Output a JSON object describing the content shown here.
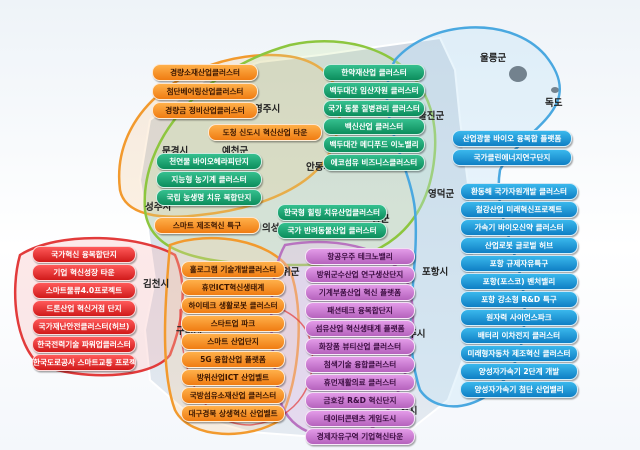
{
  "colors": {
    "orange": "#f08a1c",
    "green": "#14a06a",
    "blue": "#1a95d6",
    "red": "#e02a2a",
    "purple": "#c67acd",
    "outline_orange": "#f29a2e",
    "outline_green": "#8dc63f",
    "outline_blue": "#4aa8e0",
    "outline_red": "#e23b3b",
    "outline_purple": "#b873c0"
  },
  "places": {
    "ulleung": "울릉군",
    "dokdo": "독도",
    "uljin": "울진군",
    "yeongdeok": "영덕군",
    "pohang": "포항시",
    "gyeongju": "주시",
    "mungyeong": "문경시",
    "yecheon": "예천군",
    "yeongju": "영주시",
    "andong": "안동시",
    "seongju": "성주시",
    "uiseong": "의성",
    "cheongsong": "송군",
    "gimcheon": "김천시",
    "gumi": "구미시",
    "yeongcheon": "천시",
    "gunwi": "위군"
  },
  "clusters": {
    "orange": [
      "경량소재산업클러스터",
      "첨단베어링산업클러스터",
      "경량금 정비산업클러스터",
      "도청 신도시 혁신산업 타운",
      "스마트 제조혁신 특구"
    ],
    "green_north": [
      "한약재산업 클러스터",
      "백두대간 임산자원 클러스터",
      "국가 동물 질병관리 클러스터",
      "백신산업 클러스터",
      "백두대간 메디푸드 이노밸리",
      "에코섬유 비즈니스클러스터"
    ],
    "green_west": [
      "천연물 바이오헤라피단지",
      "지능형 농기계 클러스터",
      "국립 농생명 치유 복합단지"
    ],
    "green_central": [
      "한국형 힐링 치유산업클러스터",
      "국가 반려동물산업 클러스터"
    ],
    "blue": [
      "산업광물 바이오 융복합 플랫폼",
      "국가클린에너지연구단지",
      "환동해 국가자원개발 클러스터",
      "철강산업 미래혁신프로젝트",
      "가속기 바이오신약 클러스터",
      "산업로봇 글로벌 허브",
      "포항 규제자유특구",
      "포항(포스코) 벤처밸리",
      "포항 강소형 R&D 특구",
      "원자력 사이언스파크",
      "배터리 이차전지 클러스터",
      "미래형자동차 제조혁신 클러스터",
      "양성자가속기 2단계 개발",
      "양성자가속기 첨단 산업밸리"
    ],
    "red": [
      "국가혁신 융복합단지",
      "기업 혁신성장 타운",
      "스마트물류4.0프로젝트",
      "드론산업 혁신거점 단지",
      "국가재난안전클러스터(허브)",
      "한국전력기술 파워업클러스터",
      "한국도로공사 스마트교통 프로젝트"
    ],
    "orange_south": [
      "홀로그램 기술개발클러스터",
      "휴먼ICT혁신생태계",
      "하이테크 생활로봇 클러스터",
      "스타트업 파크",
      "스마트 산업단지",
      "5G 융합산업 플랫폼",
      "방위산업ICT 산업벨트",
      "국방섬유소재산업 클러스터",
      "대구경북 상생혁신 산업벨트"
    ],
    "purple": [
      "항공우주 테크노밸리",
      "방위군수산업 연구생산단지",
      "기계부품산업 혁신 플랫폼",
      "패션테크 융복합단지",
      "섬유산업 혁신생태계 플랫폼",
      "화장품 뷰티산업 클러스터",
      "첨색기술 융합클러스터",
      "휴먼재활의료 클러스터",
      "금호강 R&D 혁신단지",
      "데이터콘텐츠 게임도시",
      "경제자유구역 기업혁신타운"
    ]
  }
}
